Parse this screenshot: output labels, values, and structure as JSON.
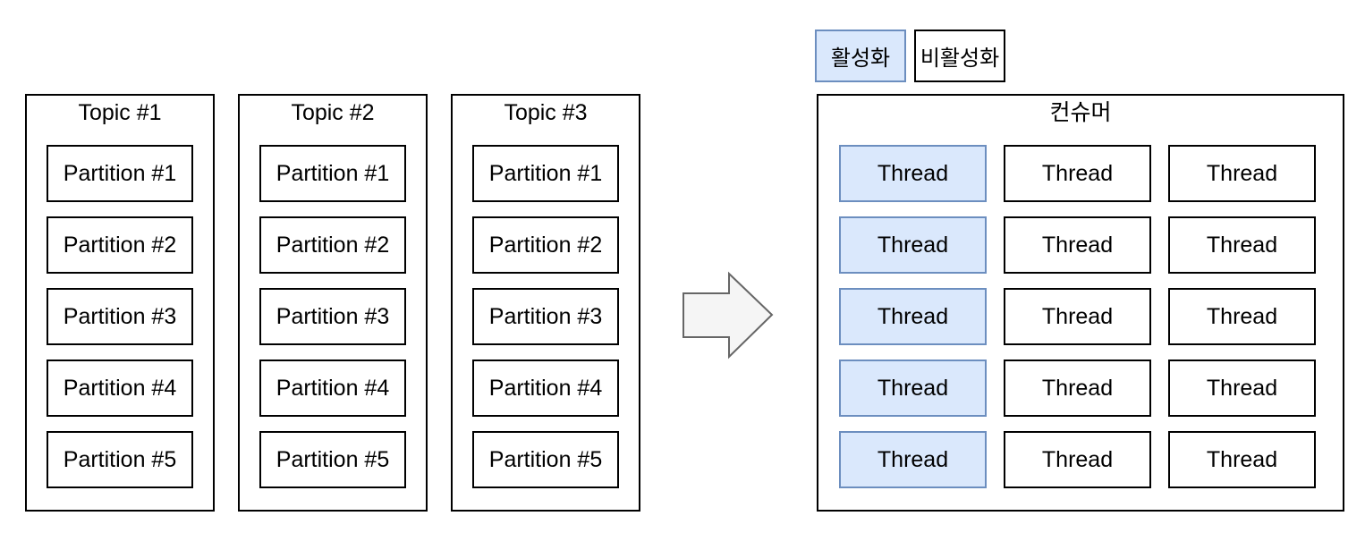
{
  "colors": {
    "canvas_bg": "#ffffff",
    "box_border": "#000000",
    "box_fill": "#ffffff",
    "active_fill": "#dae8fc",
    "active_border": "#6c8ebf",
    "arrow_fill": "#f5f5f5",
    "arrow_border": "#666666",
    "text": "#000000"
  },
  "topics": [
    {
      "title": "Topic #1",
      "partitions": [
        "Partition #1",
        "Partition #2",
        "Partition #3",
        "Partition #4",
        "Partition #5"
      ]
    },
    {
      "title": "Topic #2",
      "partitions": [
        "Partition #1",
        "Partition #2",
        "Partition #3",
        "Partition #4",
        "Partition #5"
      ]
    },
    {
      "title": "Topic #3",
      "partitions": [
        "Partition #1",
        "Partition #2",
        "Partition #3",
        "Partition #4",
        "Partition #5"
      ]
    }
  ],
  "legend": {
    "active": "활성화",
    "inactive": "비활성화"
  },
  "consumer": {
    "title": "컨슈머",
    "thread_label": "Thread",
    "rows": 5,
    "columns": 3,
    "active_column_index": 0
  }
}
